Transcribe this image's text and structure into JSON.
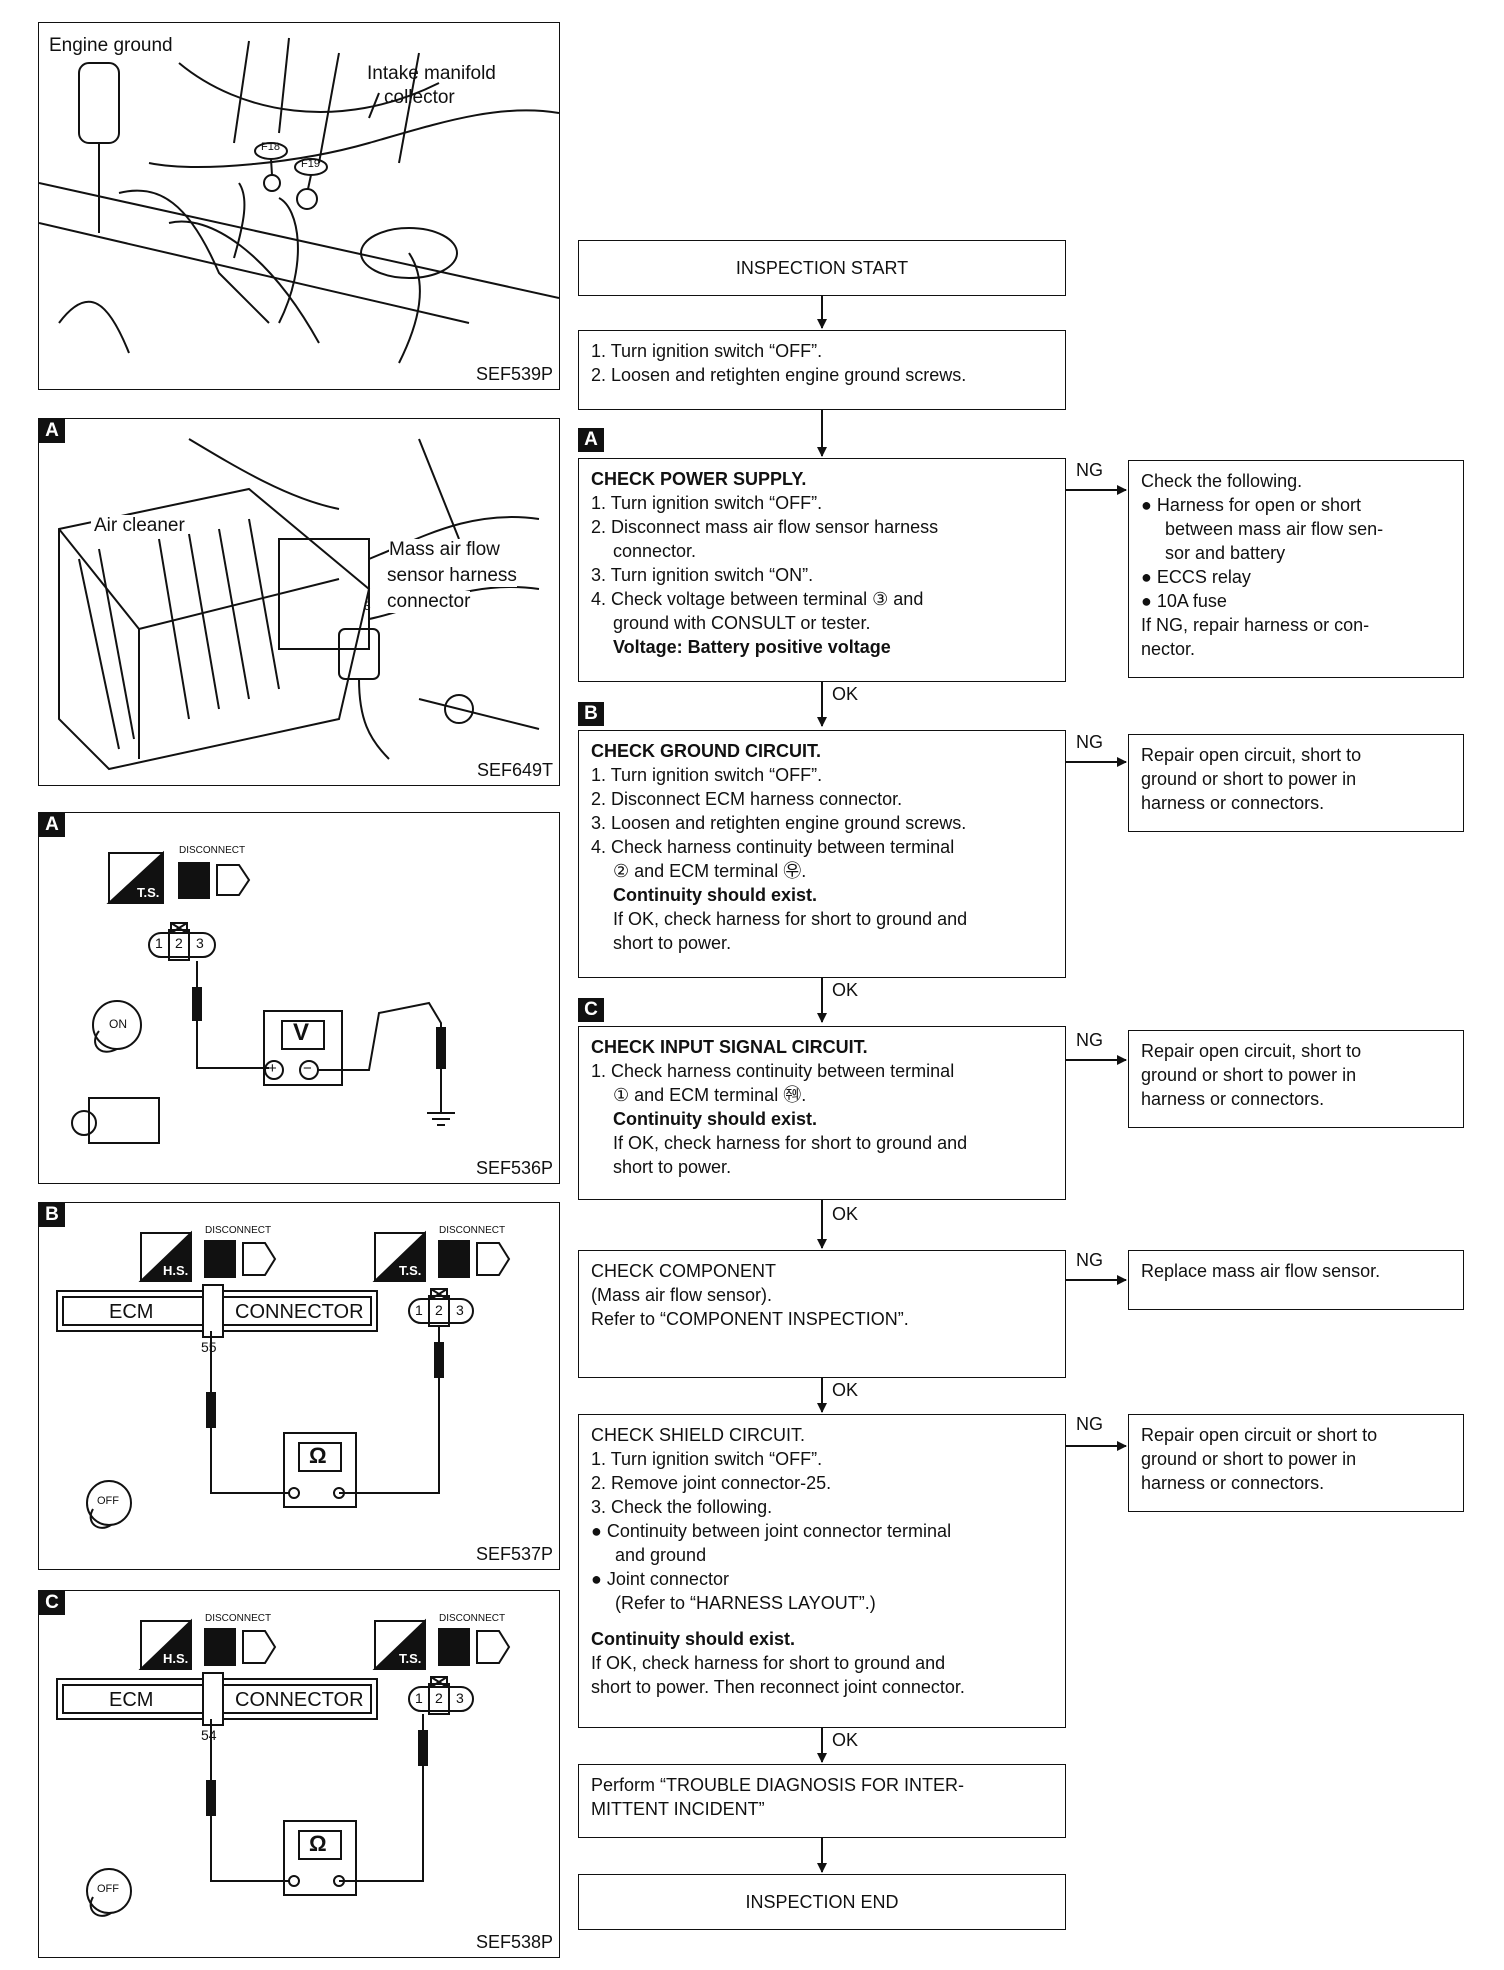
{
  "figures": {
    "sef539p": {
      "code": "SEF539P",
      "label_engine_ground": "Engine ground",
      "label_intake_1": "Intake manifold",
      "label_intake_2": "collector",
      "conn_f18": "F18",
      "conn_f19": "F19"
    },
    "sef649t": {
      "tag": "A",
      "code": "SEF649T",
      "label_air_cleaner": "Air cleaner",
      "label_maf_1": "Mass air flow",
      "label_maf_2": "sensor harness",
      "label_maf_3": "connector",
      "pin": "3"
    },
    "sef536p": {
      "tag": "A",
      "code": "SEF536P",
      "disconnect": "DISCONNECT",
      "ts": "T.S.",
      "pins": [
        "1",
        "2",
        "3"
      ],
      "meter": "V",
      "plus": "+",
      "minus": "−",
      "on": "ON"
    },
    "sef537p": {
      "tag": "B",
      "code": "SEF537P",
      "disconnect_1": "DISCONNECT",
      "disconnect_2": "DISCONNECT",
      "hs": "H.S.",
      "ts": "T.S.",
      "ecm": "ECM",
      "connector": "CONNECTOR",
      "pin_num": "55",
      "pins": [
        "1",
        "2",
        "3"
      ],
      "meter": "Ω",
      "off": "OFF"
    },
    "sef538p": {
      "tag": "C",
      "code": "SEF538P",
      "disconnect_1": "DISCONNECT",
      "disconnect_2": "DISCONNECT",
      "hs": "H.S.",
      "ts": "T.S.",
      "ecm": "ECM",
      "connector": "CONNECTOR",
      "pin_num": "54",
      "pins": [
        "1",
        "2",
        "3"
      ],
      "meter": "Ω",
      "off": "OFF"
    }
  },
  "flow": {
    "start": "INSPECTION START",
    "step0": [
      "1. Turn ignition switch “OFF”.",
      "2. Loosen and retighten engine ground screws."
    ],
    "tags": {
      "a": "A",
      "b": "B",
      "c": "C"
    },
    "ng": "NG",
    "ok": "OK",
    "power": {
      "title": "CHECK POWER SUPPLY.",
      "lines": [
        "1. Turn ignition switch “OFF”.",
        "2. Disconnect mass air flow sensor harness",
        "connector.",
        "3. Turn ignition switch “ON”.",
        "4. Check voltage between terminal ③ and",
        "ground with CONSULT or tester."
      ],
      "bold": "Voltage: Battery positive voltage"
    },
    "power_ng": [
      "Check the following.",
      "● Harness for open or short",
      "between mass air flow sen-",
      "sor and battery",
      "● ECCS relay",
      "● 10A fuse",
      "If NG, repair harness or con-",
      "nector."
    ],
    "ground": {
      "title": "CHECK GROUND CIRCUIT.",
      "lines": [
        "1. Turn ignition switch “OFF”.",
        "2. Disconnect ECM harness connector.",
        "3. Loosen and retighten engine ground screws.",
        "4. Check harness continuity between terminal",
        "② and ECM terminal ㉾."
      ],
      "bold": "Continuity should exist.",
      "after": [
        "If OK, check harness for short to ground and",
        "short to power."
      ]
    },
    "ground_ng": [
      "Repair open circuit, short to",
      "ground or short to power in",
      "harness or connectors."
    ],
    "input": {
      "title": "CHECK INPUT SIGNAL CIRCUIT.",
      "lines": [
        "1. Check harness continuity between terminal",
        "① and ECM terminal ㉽."
      ],
      "bold": "Continuity should exist.",
      "after": [
        "If OK, check harness for short to ground and",
        "short to power."
      ]
    },
    "input_ng": [
      "Repair open circuit, short to",
      "ground or short to power in",
      "harness or connectors."
    ],
    "component": [
      "CHECK COMPONENT",
      "(Mass air flow sensor).",
      "Refer to “COMPONENT INSPECTION”."
    ],
    "component_ng": "Replace mass air flow sensor.",
    "shield": {
      "lines": [
        "CHECK SHIELD CIRCUIT.",
        "1. Turn ignition switch “OFF”.",
        "2. Remove joint connector-25.",
        "3. Check the following.",
        "● Continuity between joint connector terminal",
        "and ground",
        "● Joint connector",
        "(Refer to “HARNESS LAYOUT”.)"
      ],
      "bold": "Continuity should exist.",
      "after": [
        "If OK, check harness for short to ground and",
        "short to power. Then reconnect joint connector."
      ]
    },
    "shield_ng": [
      "Repair open circuit or short to",
      "ground or short to power in",
      "harness or connectors."
    ],
    "perform": [
      "Perform “TROUBLE DIAGNOSIS FOR INTER-",
      "MITTENT INCIDENT”"
    ],
    "end": "INSPECTION END"
  },
  "colors": {
    "ink": "#111111",
    "paper": "#ffffff"
  }
}
